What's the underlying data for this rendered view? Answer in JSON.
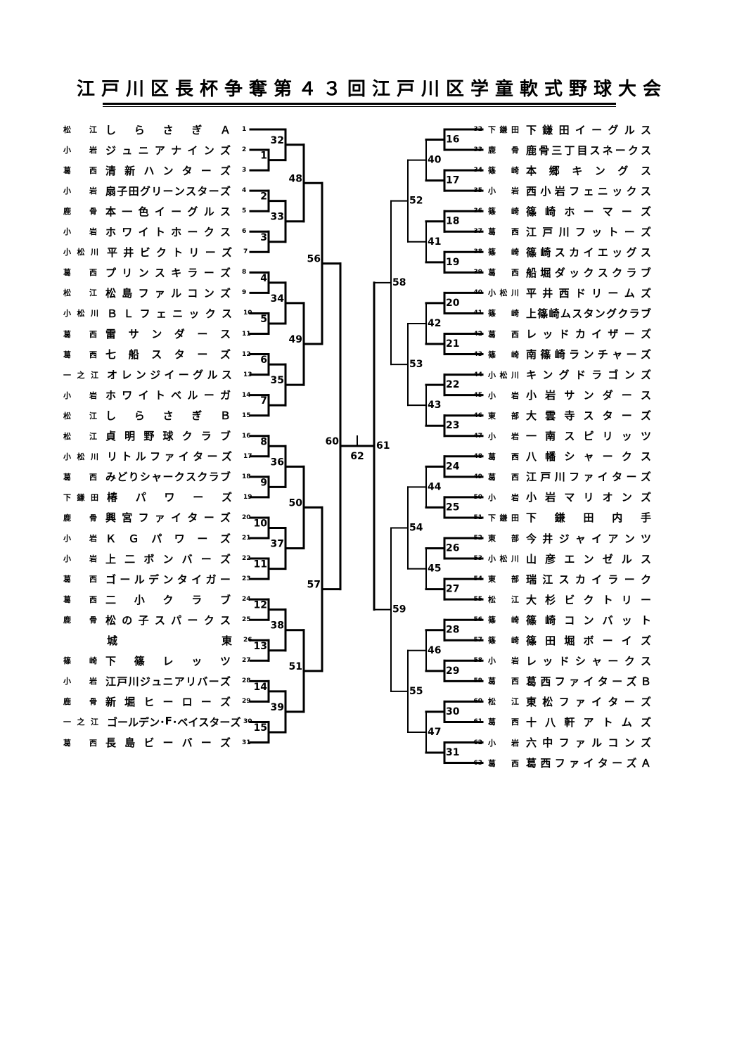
{
  "title": "江戸川区長杯争奪第４３回江戸川区学童軟式野球大会",
  "left_teams": [
    {
      "seed": "1",
      "district": "松　江",
      "name": "しらさぎＡ"
    },
    {
      "seed": "2",
      "district": "小　岩",
      "name": "ジュニアナインズ"
    },
    {
      "seed": "3",
      "district": "葛　西",
      "name": "清新ハンターズ"
    },
    {
      "seed": "4",
      "district": "小　岩",
      "name": "扇子田グリーンスターズ"
    },
    {
      "seed": "5",
      "district": "鹿　骨",
      "name": "本一色イーグルス"
    },
    {
      "seed": "6",
      "district": "小　岩",
      "name": "ホワイトホークス"
    },
    {
      "seed": "7",
      "district": "小松川",
      "name": "平井ビクトリーズ"
    },
    {
      "seed": "8",
      "district": "葛　西",
      "name": "プリンスキラーズ"
    },
    {
      "seed": "9",
      "district": "松　江",
      "name": "松島ファルコンズ"
    },
    {
      "seed": "10",
      "district": "小松川",
      "name": "ＢＬフェニックス"
    },
    {
      "seed": "11",
      "district": "葛　西",
      "name": "雷サンダース"
    },
    {
      "seed": "12",
      "district": "葛　西",
      "name": "七船スターズ"
    },
    {
      "seed": "13",
      "district": "一之江",
      "name": "オレンジイーグルス"
    },
    {
      "seed": "14",
      "district": "小　岩",
      "name": "ホワイトベルーガ"
    },
    {
      "seed": "15",
      "district": "松　江",
      "name": "しらさぎＢ"
    },
    {
      "seed": "16",
      "district": "松　江",
      "name": "貞明野球クラブ"
    },
    {
      "seed": "17",
      "district": "小松川",
      "name": "リトルファイターズ"
    },
    {
      "seed": "18",
      "district": "葛　西",
      "name": "みどりシャークスクラブ"
    },
    {
      "seed": "19",
      "district": "下鎌田",
      "name": "椿パワーズ"
    },
    {
      "seed": "20",
      "district": "鹿　骨",
      "name": "興宮ファイターズ"
    },
    {
      "seed": "21",
      "district": "小　岩",
      "name": "ＫＧパワーズ"
    },
    {
      "seed": "22",
      "district": "小　岩",
      "name": "上二ボンバーズ"
    },
    {
      "seed": "23",
      "district": "葛　西",
      "name": "ゴールデンタイガー"
    },
    {
      "seed": "24",
      "district": "葛　西",
      "name": "二小クラブ"
    },
    {
      "seed": "25",
      "district": "鹿　骨",
      "name": "松の子スパークス"
    },
    {
      "seed": "26",
      "district": "",
      "name": "城東"
    },
    {
      "seed": "27",
      "district": "篠　崎",
      "name": "下篠レッツ"
    },
    {
      "seed": "28",
      "district": "小　岩",
      "name": "江戸川ジュニアリバーズ"
    },
    {
      "seed": "29",
      "district": "鹿　骨",
      "name": "新堀ヒーローズ"
    },
    {
      "seed": "30",
      "district": "一之江",
      "name": "ゴールデン･F･ベイスターズ"
    },
    {
      "seed": "31",
      "district": "葛　西",
      "name": "長島ビーバーズ"
    }
  ],
  "right_teams": [
    {
      "seed": "32",
      "district": "下鎌田",
      "name": "下鎌田イーグルス"
    },
    {
      "seed": "33",
      "district": "鹿　骨",
      "name": "鹿骨三丁目スネークス"
    },
    {
      "seed": "34",
      "district": "篠　崎",
      "name": "本郷キングス"
    },
    {
      "seed": "35",
      "district": "小　岩",
      "name": "西小岩フェニックス"
    },
    {
      "seed": "36",
      "district": "篠　崎",
      "name": "篠崎ホーマーズ"
    },
    {
      "seed": "37",
      "district": "葛　西",
      "name": "江戸川フットーズ"
    },
    {
      "seed": "38",
      "district": "篠　崎",
      "name": "篠崎スカイエッグス"
    },
    {
      "seed": "39",
      "district": "葛　西",
      "name": "船堀ダックスクラブ"
    },
    {
      "seed": "40",
      "district": "小松川",
      "name": "平井西ドリームズ"
    },
    {
      "seed": "41",
      "district": "篠　崎",
      "name": "上篠崎ムスタングクラブ"
    },
    {
      "seed": "42",
      "district": "葛　西",
      "name": "レッドカイザーズ"
    },
    {
      "seed": "43",
      "district": "篠　崎",
      "name": "南篠崎ランチャーズ"
    },
    {
      "seed": "44",
      "district": "小松川",
      "name": "キングドラゴンズ"
    },
    {
      "seed": "45",
      "district": "小　岩",
      "name": "小岩サンダース"
    },
    {
      "seed": "46",
      "district": "東　部",
      "name": "大雲寺スターズ"
    },
    {
      "seed": "47",
      "district": "小　岩",
      "name": "一南スピリッツ"
    },
    {
      "seed": "48",
      "district": "葛　西",
      "name": "八幡シャークス"
    },
    {
      "seed": "49",
      "district": "葛　西",
      "name": "江戸川ファイターズ"
    },
    {
      "seed": "50",
      "district": "小　岩",
      "name": "小岩マリオンズ"
    },
    {
      "seed": "51",
      "district": "下鎌田",
      "name": "下鎌田内手"
    },
    {
      "seed": "52",
      "district": "東　部",
      "name": "今井ジャイアンツ"
    },
    {
      "seed": "53",
      "district": "小松川",
      "name": "山彦エンゼルス"
    },
    {
      "seed": "54",
      "district": "東　部",
      "name": "瑞江スカイラーク"
    },
    {
      "seed": "55",
      "district": "松　江",
      "name": "大杉ビクトリー"
    },
    {
      "seed": "56",
      "district": "篠　崎",
      "name": "篠崎コンバット"
    },
    {
      "seed": "57",
      "district": "篠　崎",
      "name": "篠田堀ボーイズ"
    },
    {
      "seed": "58",
      "district": "小　岩",
      "name": "レッドシャークス"
    },
    {
      "seed": "59",
      "district": "葛　西",
      "name": "葛西ファイターズＢ"
    },
    {
      "seed": "60",
      "district": "松　江",
      "name": "東松ファイターズ"
    },
    {
      "seed": "61",
      "district": "葛　西",
      "name": "十八軒アトムズ"
    },
    {
      "seed": "62",
      "district": "小　岩",
      "name": "六中ファルコンズ"
    },
    {
      "seed": "63",
      "district": "葛　西",
      "name": "葛西ファイターズＡ"
    }
  ],
  "left_matches": {
    "r1": [
      "1",
      "2",
      "3",
      "4",
      "5",
      "6",
      "7",
      "8",
      "9",
      "10",
      "11",
      "12",
      "13",
      "14",
      "15"
    ],
    "r2": [
      "32",
      "33",
      "34",
      "35",
      "36",
      "37",
      "38",
      "39"
    ],
    "r3": [
      "48",
      "49",
      "50",
      "51"
    ],
    "r4": [
      "56",
      "57"
    ],
    "semi": "60"
  },
  "right_matches": {
    "r1": [
      "16",
      "17",
      "18",
      "19",
      "20",
      "21",
      "22",
      "23",
      "24",
      "25",
      "26",
      "27",
      "28",
      "29",
      "30",
      "31"
    ],
    "r2": [
      "40",
      "41",
      "42",
      "43",
      "44",
      "45",
      "46",
      "47"
    ],
    "r3": [
      "52",
      "53",
      "54",
      "55"
    ],
    "r4": [
      "58",
      "59"
    ],
    "semi": "61"
  },
  "final": "62"
}
